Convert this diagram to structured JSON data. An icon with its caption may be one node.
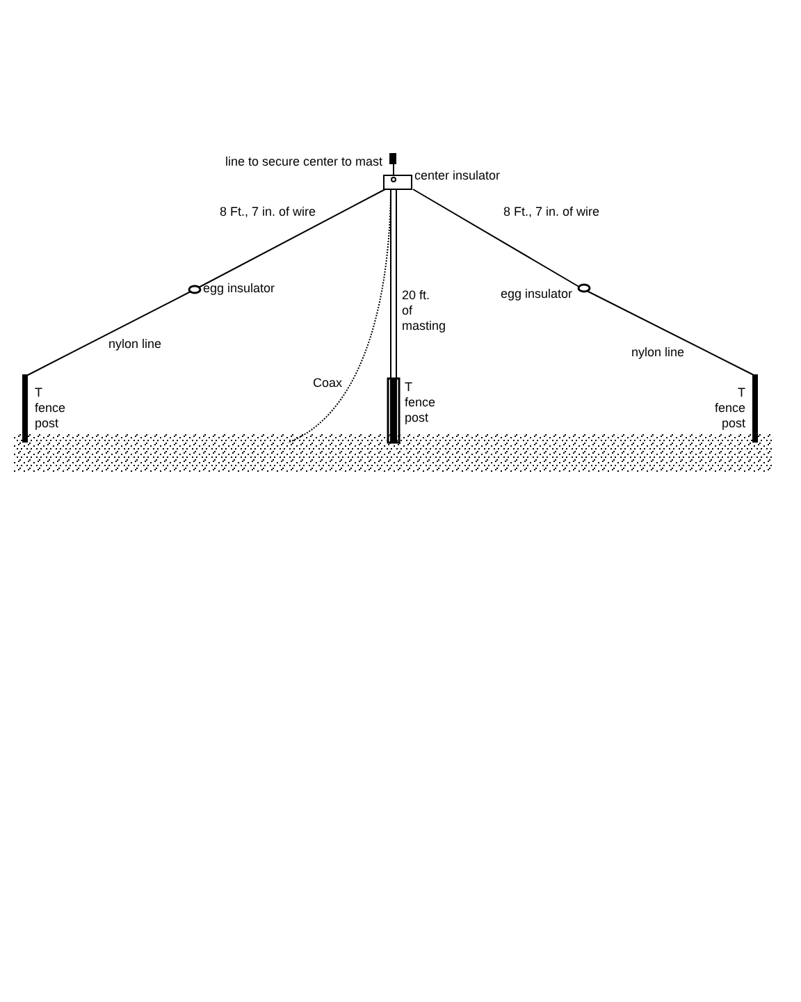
{
  "diagram": {
    "labels": [
      "line to secure center to mast",
      "center insulator",
      "8 Ft., 7 in. of wire",
      "8 Ft., 7 in. of wire",
      "egg insulator",
      "egg insulator",
      "20 ft. of masting",
      "nylon line",
      "nylon line",
      "Coax",
      "T fence post",
      "T fence post",
      "T fence post"
    ]
  }
}
